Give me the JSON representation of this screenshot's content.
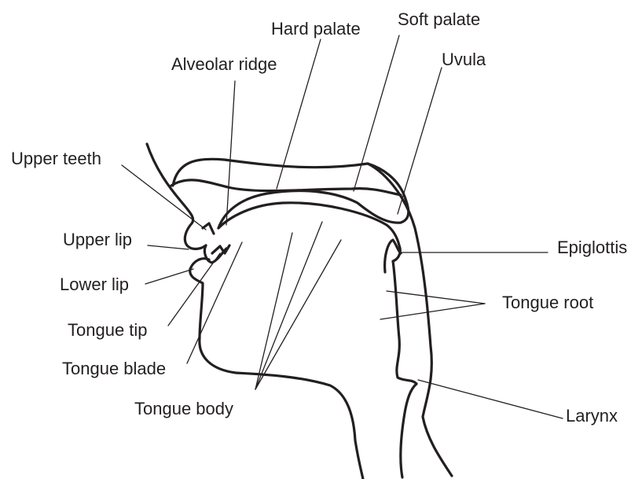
{
  "labels": {
    "hard_palate": "Hard palate",
    "soft_palate": "Soft palate",
    "uvula": "Uvula",
    "alveolar_ridge": "Alveolar ridge",
    "upper_teeth": "Upper teeth",
    "upper_lip": "Upper lip",
    "lower_lip": "Lower lip",
    "tongue_tip": "Tongue tip",
    "tongue_blade": "Tongue blade",
    "tongue_body": "Tongue body",
    "epiglottis": "Epiglottis",
    "tongue_root": "Tongue root",
    "larynx": "Larynx"
  },
  "colors": {
    "ink": "#231f20",
    "background": "#ffffff"
  }
}
